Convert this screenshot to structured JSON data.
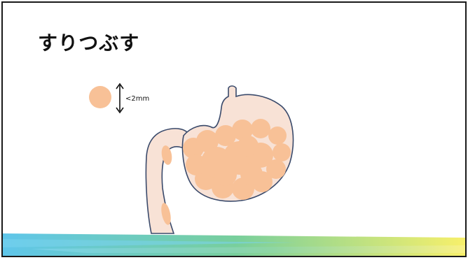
{
  "slide": {
    "title": "すりつぶす",
    "particle_size_label": "<2mm"
  },
  "icons": {
    "particle": "food-particle-circle",
    "arrow": "double-headed-vertical-arrow",
    "stomach": "stomach-illustration"
  },
  "colors": {
    "stomach_fill": "#f8e2d6",
    "particle_fill": "#f8c197",
    "outline": "#3a4a6b",
    "band_blue": "#5fc6ea",
    "band_green": "#78cf9c",
    "band_yellow": "#f9f06a"
  }
}
